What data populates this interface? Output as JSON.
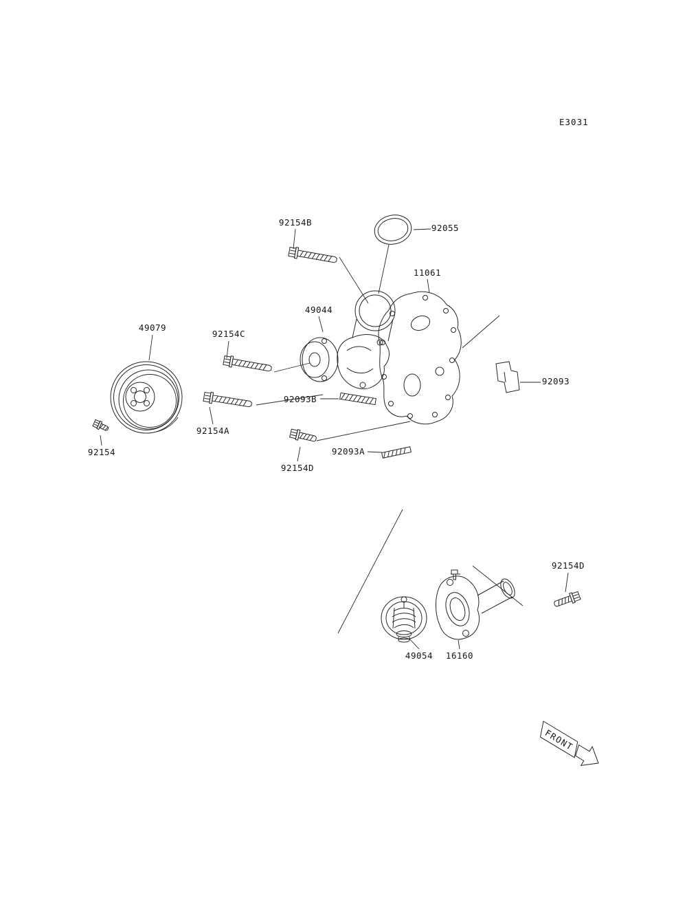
{
  "page": {
    "code": "E3031",
    "background": "#ffffff",
    "ink": "#1f1f1f"
  },
  "front_marker": {
    "label": "FRONT"
  },
  "part_labels": {
    "b92154B": "92154B",
    "o92055": "92055",
    "g11061": "11061",
    "p49044": "49044",
    "p49079": "49079",
    "b92154C": "92154C",
    "c92093": "92093",
    "d92093B": "92093B",
    "b92154A": "92154A",
    "b92154": "92154",
    "d92093A": "92093A",
    "b92154D": "92154D",
    "b92154D_2": "92154D",
    "t49054": "49054",
    "h16160": "16160"
  }
}
